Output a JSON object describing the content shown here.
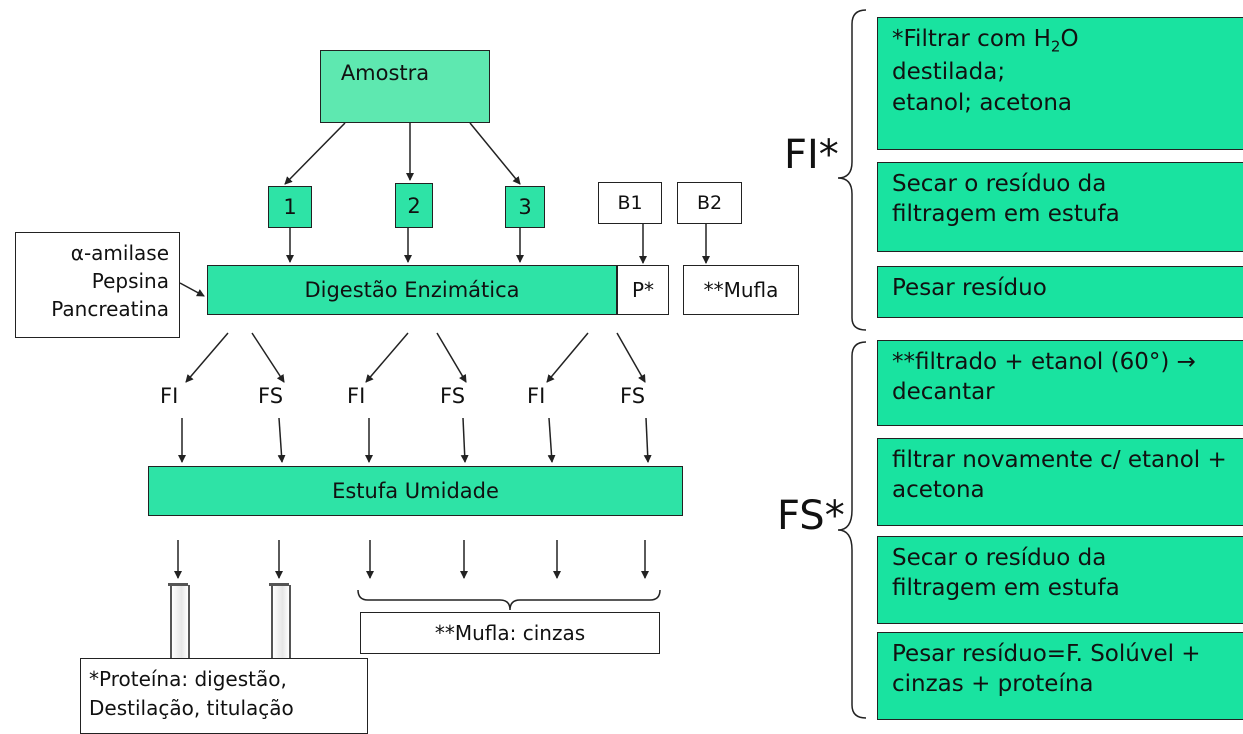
{
  "sample": "Amostra",
  "portions": [
    "1",
    "2",
    "3"
  ],
  "blanks": [
    "B1",
    "B2"
  ],
  "enzymes": [
    "α-amilase",
    "Pepsina",
    "Pancreatina"
  ],
  "digestion": "Digestão Enzimática",
  "p_box": "P*",
  "mufla_box": "**Mufla",
  "fractions": [
    "FI",
    "FS",
    "FI",
    "FS",
    "FI",
    "FS"
  ],
  "oven": "Estufa Umidade",
  "mufla_ash": "**Mufla: cinzas",
  "protein_lines": [
    "*Proteína: digestão,",
    "Destilação, titulação"
  ],
  "fi_label": "FI*",
  "fs_label": "FS*",
  "fi_steps": {
    "step1_prefix": "*Filtrar com H",
    "step1_sub": "2",
    "step1_suffix": "O",
    "step1_line2": "destilada;",
    "step1_line3": "etanol; acetona",
    "step2": "Secar o resíduo da filtragem em estufa",
    "step3": "Pesar resíduo"
  },
  "fs_steps": [
    "**filtrado + etanol (60°) → decantar",
    "filtrar novamente c/ etanol + acetona",
    "Secar o resíduo da filtragem em estufa",
    "Pesar resíduo=F. Solúvel + cinzas + proteína"
  ]
}
